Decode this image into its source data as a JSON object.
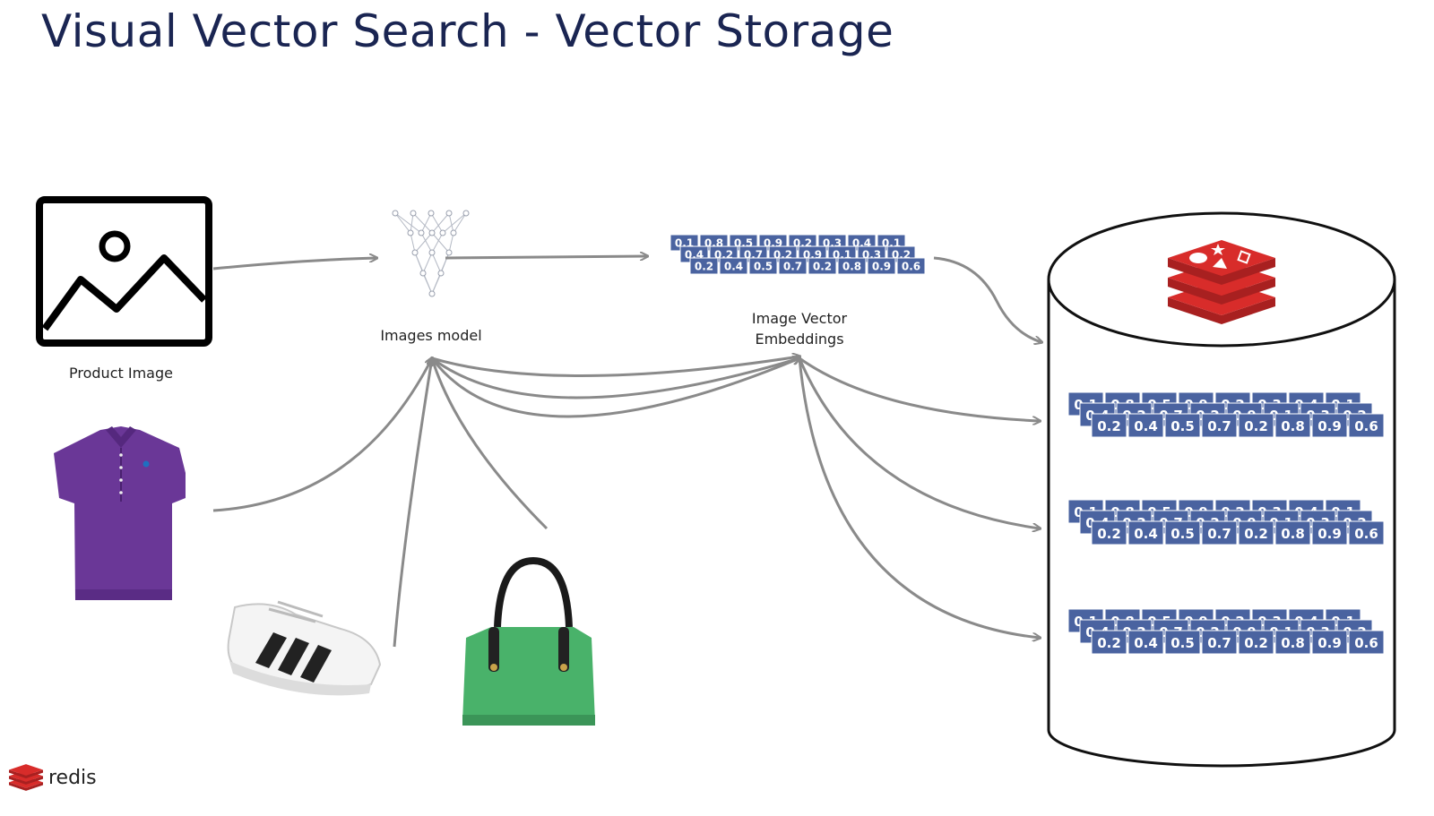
{
  "title": "Visual Vector Search - Vector Storage",
  "labels": {
    "product_image": "Product Image",
    "images_model": "Images  model",
    "embeddings_line1": "Image Vector",
    "embeddings_line2": "Embeddings"
  },
  "vector": {
    "row_a": [
      "0.1",
      "0.8",
      "0.5",
      "0.9",
      "0.2",
      "0.3",
      "0.4",
      "0.1"
    ],
    "row_b": [
      "0.4",
      "0.2",
      "0.7",
      "0.2",
      "0.9",
      "0.1",
      "0.3",
      "0.2"
    ],
    "row_c": [
      "0.2",
      "0.4",
      "0.5",
      "0.7",
      "0.2",
      "0.8",
      "0.9",
      "0.6"
    ]
  },
  "footer": {
    "brand": "redis"
  },
  "colors": {
    "title": "#1a2552",
    "vector_cell": "#4a63a0",
    "arrow": "#8a8a8a",
    "redis_red": "#c8292a"
  },
  "products": [
    "polo-shirt",
    "sneaker",
    "handbag"
  ]
}
